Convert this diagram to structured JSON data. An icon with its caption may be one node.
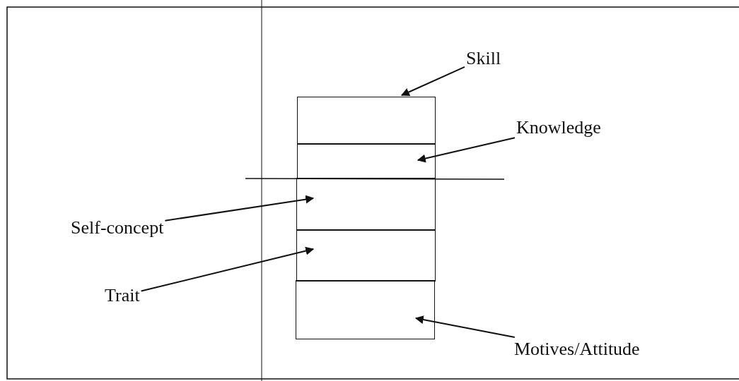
{
  "diagram": {
    "nodes": [
      {
        "text": [],
        "shape": "box"
      },
      {
        "text": [],
        "shape": "box"
      },
      {
        "text": [],
        "shape": "box"
      },
      {
        "text": [],
        "shape": "box"
      },
      {
        "text": [],
        "shape": "box"
      },
      {
        "text": [
          "Skill"
        ]
      },
      {
        "text": [
          "Knowledge"
        ]
      },
      {
        "text": [
          "Self-concept"
        ]
      },
      {
        "text": [
          "Trait"
        ]
      },
      {
        "text": [
          "Motives/Attitude"
        ]
      }
    ],
    "edges": [
      {
        "from": 5,
        "to": 0,
        "arrow": "to"
      },
      {
        "from": 6,
        "to": 1,
        "arrow": "to"
      },
      {
        "from": 7,
        "to": 2,
        "arrow": "to"
      },
      {
        "from": 8,
        "to": 3,
        "arrow": "to"
      },
      {
        "from": 9,
        "to": 4,
        "arrow": "to"
      }
    ]
  }
}
